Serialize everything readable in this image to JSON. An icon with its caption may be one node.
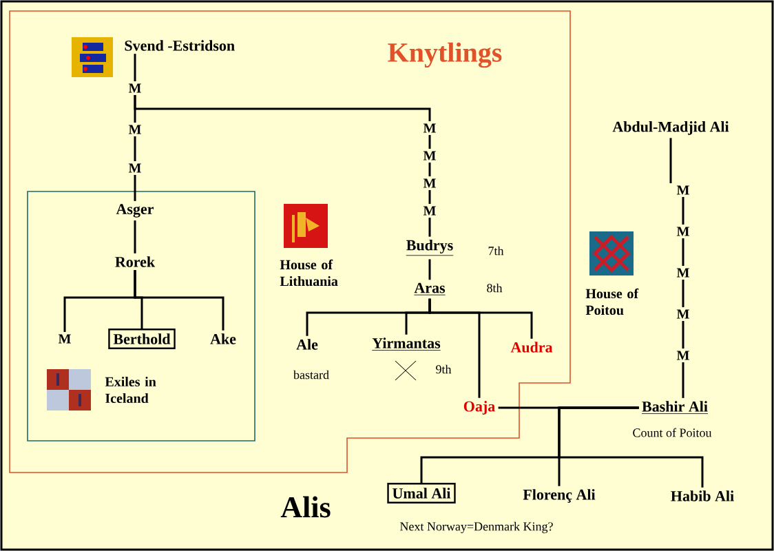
{
  "diagram": {
    "nodes": [
      {
        "text": [
          "Knytlings"
        ]
      },
      {
        "text": [
          "Svend -Estridson"
        ],
        "in": 0
      },
      {
        "text": [
          "M"
        ],
        "in": 0
      },
      {
        "text": [
          "M"
        ],
        "in": 0
      },
      {
        "text": [
          "M"
        ],
        "in": 0
      },
      {
        "text": [
          "Exiles in Iceland"
        ],
        "in": 0
      },
      {
        "text": [
          "Asger"
        ],
        "in": 5
      },
      {
        "text": [
          "Rorek"
        ],
        "in": 5
      },
      {
        "text": [
          "M"
        ],
        "in": 5
      },
      {
        "text": [
          "Berthold"
        ],
        "in": 5
      },
      {
        "text": [
          "Ake"
        ],
        "in": 5
      },
      {
        "text": [
          "M"
        ],
        "in": 0
      },
      {
        "text": [
          "M"
        ],
        "in": 0
      },
      {
        "text": [
          "M"
        ],
        "in": 0
      },
      {
        "text": [
          "M"
        ],
        "in": 0
      },
      {
        "text": [
          "Budrys"
        ],
        "beside": [
          "7th"
        ],
        "in": 0
      },
      {
        "text": [
          "Aras"
        ],
        "beside": [
          "8th"
        ],
        "in": 0
      },
      {
        "text": [
          "Ale"
        ],
        "beside": [
          "bastard"
        ],
        "in": 0
      },
      {
        "text": [
          "Yirmantas"
        ],
        "beside": [
          "9th"
        ],
        "in": 0
      },
      {
        "text": [
          "Audra"
        ],
        "in": 0
      },
      {
        "text": [
          "Oaja"
        ],
        "in": 0
      },
      {
        "text": [
          "Abdul-Madjid Ali"
        ]
      },
      {
        "text": [
          "M"
        ]
      },
      {
        "text": [
          "M"
        ]
      },
      {
        "text": [
          "M"
        ]
      },
      {
        "text": [
          "M"
        ]
      },
      {
        "text": [
          "M"
        ]
      },
      {
        "text": [
          "Bashir Ali"
        ],
        "beside": [
          "Count of Poitou"
        ]
      },
      {
        "text": [
          "Umal Ali"
        ],
        "beside": [
          "Next Norway=Denmark King?"
        ]
      },
      {
        "text": [
          "Florenç Ali"
        ]
      },
      {
        "text": [
          "Habib Ali"
        ]
      }
    ],
    "edges": [
      {
        "from": 1,
        "to": 2,
        "arrow": "none"
      },
      {
        "from": 2,
        "to": 3,
        "arrow": "none"
      },
      {
        "from": 3,
        "to": 4,
        "arrow": "none"
      },
      {
        "from": 4,
        "to": 6,
        "arrow": "none"
      },
      {
        "from": 6,
        "to": 7,
        "arrow": "none"
      },
      {
        "from": 7,
        "to": 8,
        "arrow": "none"
      },
      {
        "from": 7,
        "to": 9,
        "arrow": "none"
      },
      {
        "from": 7,
        "to": 10,
        "arrow": "none"
      },
      {
        "from": 2,
        "to": 11,
        "arrow": "none"
      },
      {
        "from": 11,
        "to": 12,
        "arrow": "none"
      },
      {
        "from": 12,
        "to": 13,
        "arrow": "none"
      },
      {
        "from": 13,
        "to": 14,
        "arrow": "none"
      },
      {
        "from": 14,
        "to": 15,
        "arrow": "none"
      },
      {
        "from": 15,
        "to": 16,
        "arrow": "none"
      },
      {
        "from": 16,
        "to": 17,
        "arrow": "none"
      },
      {
        "from": 16,
        "to": 18,
        "arrow": "none"
      },
      {
        "from": 16,
        "to": 20,
        "arrow": "none"
      },
      {
        "from": 16,
        "to": 19,
        "arrow": "none"
      },
      {
        "from": 21,
        "to": 22,
        "arrow": "none"
      },
      {
        "from": 22,
        "to": 23,
        "arrow": "none"
      },
      {
        "from": 23,
        "to": 24,
        "arrow": "none"
      },
      {
        "from": 24,
        "to": 25,
        "arrow": "none"
      },
      {
        "from": 25,
        "to": 26,
        "arrow": "none"
      },
      {
        "from": 26,
        "to": 27,
        "arrow": "none"
      },
      {
        "from": 20,
        "to": 27,
        "arrow": "none"
      },
      {
        "from": 27,
        "to": 28,
        "arrow": "none"
      },
      {
        "from": 27,
        "to": 29,
        "arrow": "none"
      },
      {
        "from": 27,
        "to": 30,
        "arrow": "none"
      }
    ],
    "labels": [
      "House of Lithuania",
      "House of Poitou",
      "Alis"
    ]
  }
}
